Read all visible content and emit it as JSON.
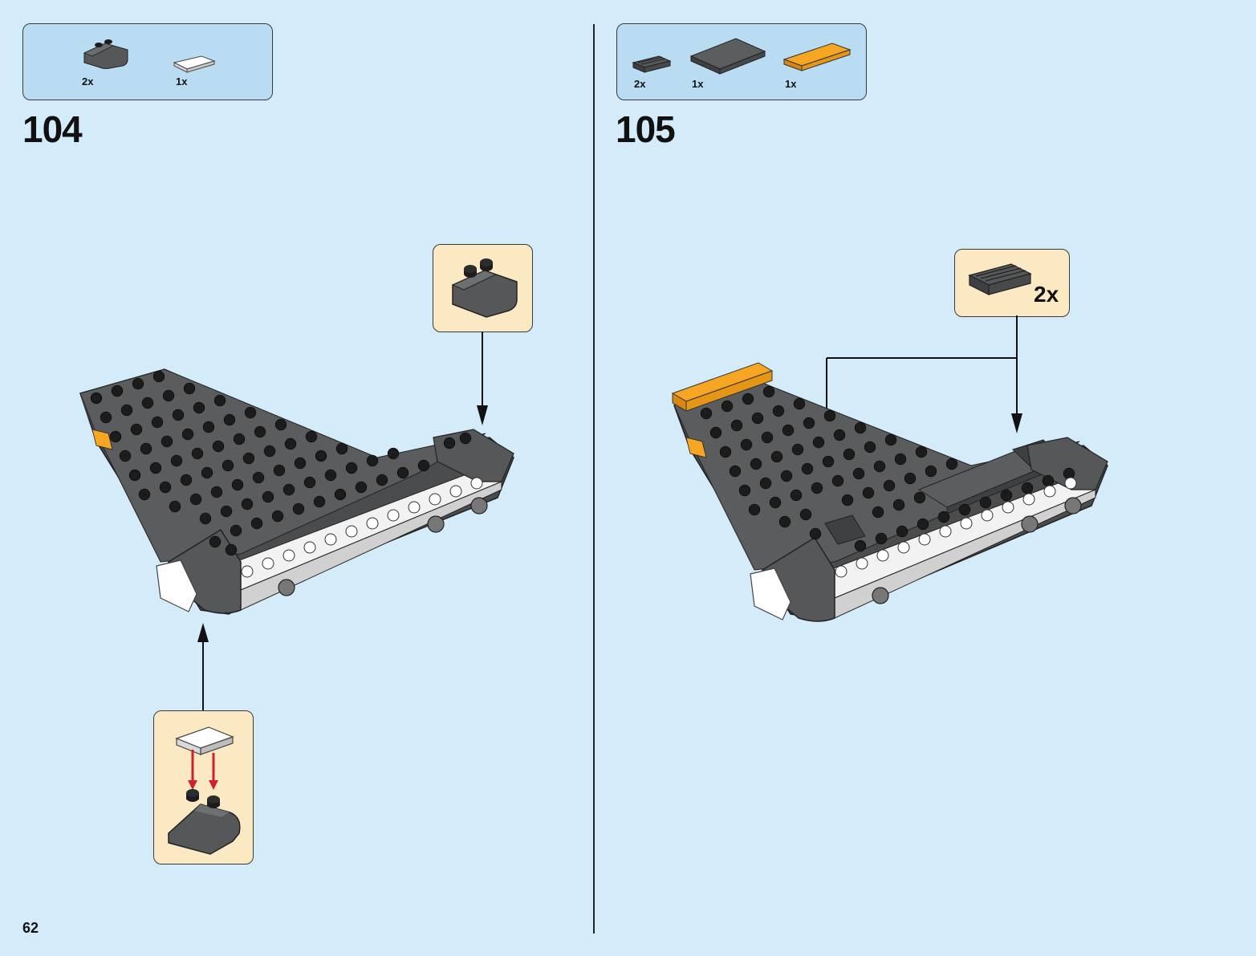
{
  "page": {
    "number": "62"
  },
  "steps": [
    {
      "number": "104",
      "parts": [
        {
          "icon": "slope-curved-2x2-dark-gray-icon",
          "qty": "2x"
        },
        {
          "icon": "tile-1x2-transparent-icon",
          "qty": "1x"
        }
      ]
    },
    {
      "number": "105",
      "parts": [
        {
          "icon": "tile-grille-1x2-dark-gray-icon",
          "qty": "2x"
        },
        {
          "icon": "plate-2x4-dark-gray-icon",
          "qty": "1x"
        },
        {
          "icon": "tile-1x4-orange-icon",
          "qty": "1x"
        }
      ],
      "callout": {
        "qty": "2x"
      }
    }
  ],
  "colors": {
    "page_bg": "#d4ebfa",
    "parts_box_bg": "#b9dcf3",
    "callout_bg": "#fbe9c4",
    "dark_gray": "#555759",
    "black": "#1c1c1c",
    "white": "#f2f2f2",
    "orange": "#f6a623",
    "arrow_red": "#d0202a"
  }
}
